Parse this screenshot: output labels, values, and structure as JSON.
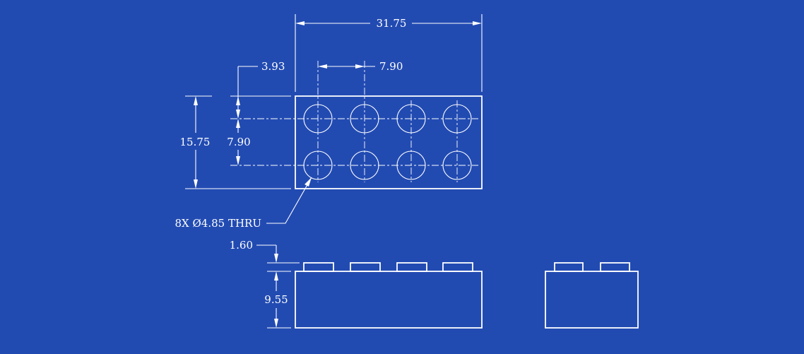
{
  "views": {
    "top": {
      "overall_length": "31.75",
      "stud_pitch_x": "7.90",
      "stud_offset_y": "3.93",
      "overall_width": "15.75",
      "stud_pitch_y": "7.90",
      "hole_callout": "8X Ø4.85 THRU"
    },
    "front": {
      "stud_height": "1.60",
      "body_height": "9.55"
    },
    "side": {}
  },
  "colors": {
    "background": "#224bb2",
    "line": "#ffffff"
  }
}
